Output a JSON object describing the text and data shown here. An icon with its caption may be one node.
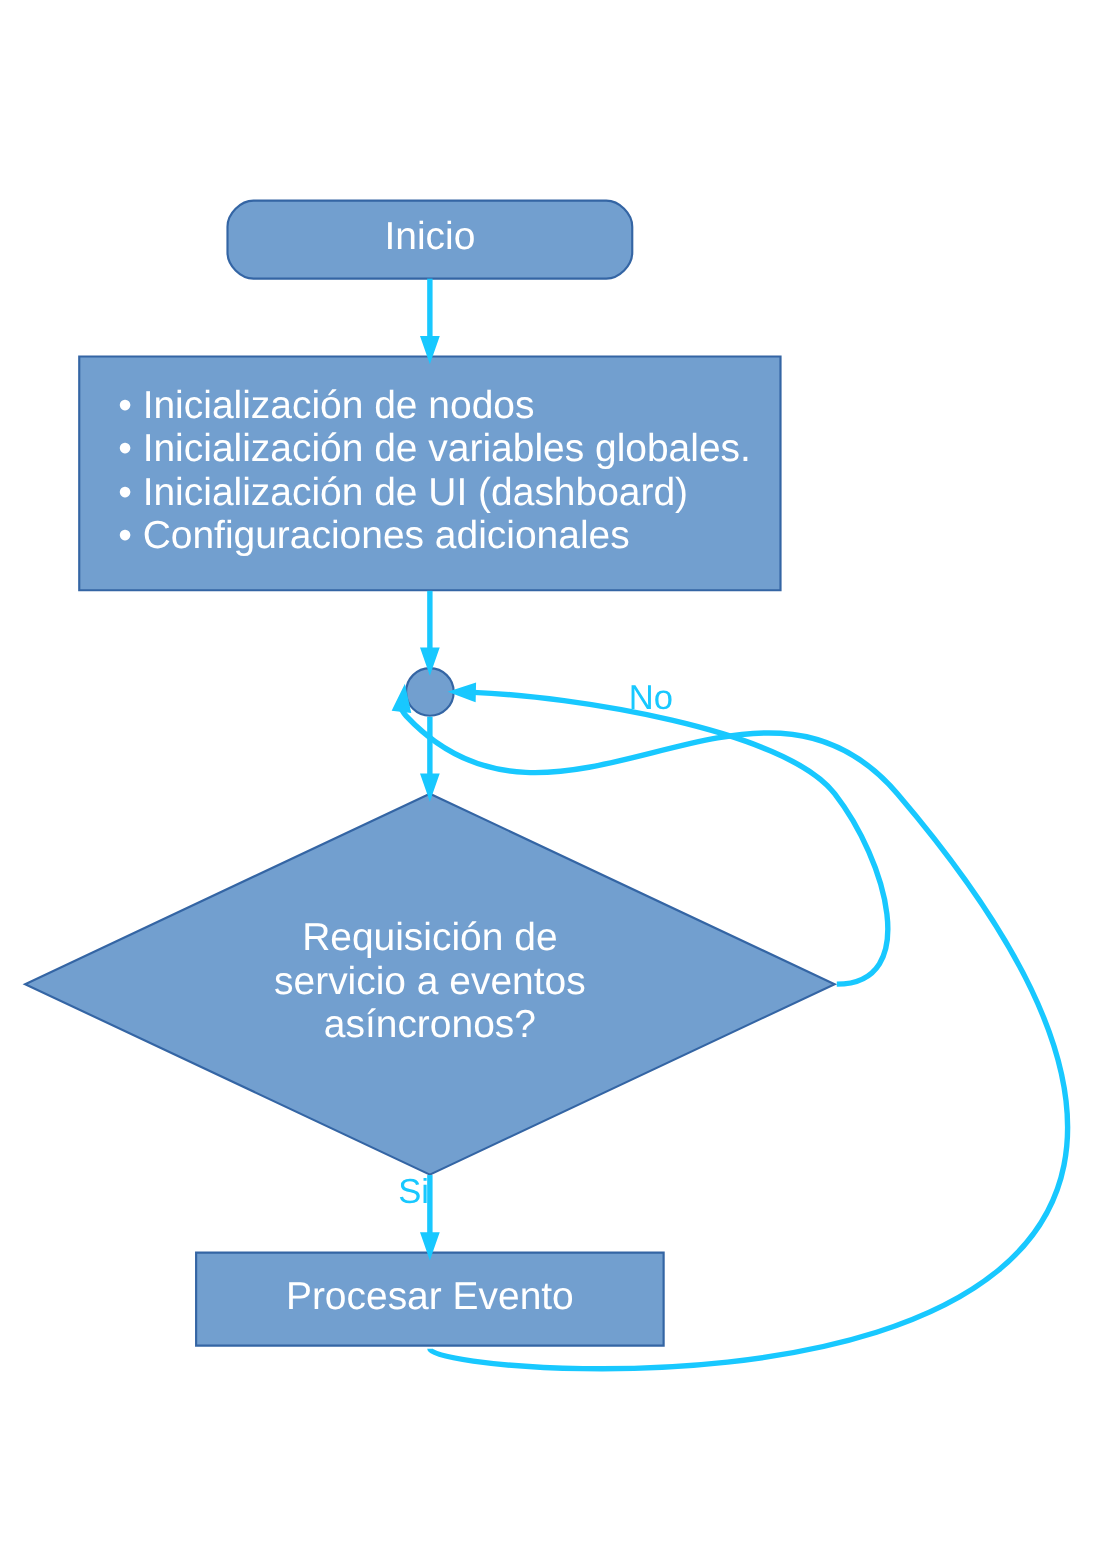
{
  "diagram": {
    "nodes": [
      {
        "text": [
          "Inicio"
        ]
      },
      {
        "text": [
          "• Inicialización de nodos",
          "• Inicialización de variables globales.",
          "• Inicialización de UI (dashboard)",
          "• Configuraciones adicionales"
        ]
      },
      {
        "text": [],
        "shape": "circle"
      },
      {
        "text": [
          "Requisición de servicio a eventos asíncronos?"
        ]
      },
      {
        "text": [
          "Procesar Evento"
        ]
      }
    ],
    "edges": [
      {
        "from": 0,
        "to": 1,
        "arrow": "to"
      },
      {
        "from": 1,
        "to": 2,
        "arrow": "to"
      },
      {
        "from": 2,
        "to": 3,
        "arrow": "to"
      },
      {
        "from": 3,
        "to": 2,
        "arrow": "to",
        "label": "No"
      },
      {
        "from": 3,
        "to": 4,
        "arrow": "to",
        "label": "Si"
      },
      {
        "from": 4,
        "to": 2,
        "arrow": "to"
      }
    ]
  }
}
